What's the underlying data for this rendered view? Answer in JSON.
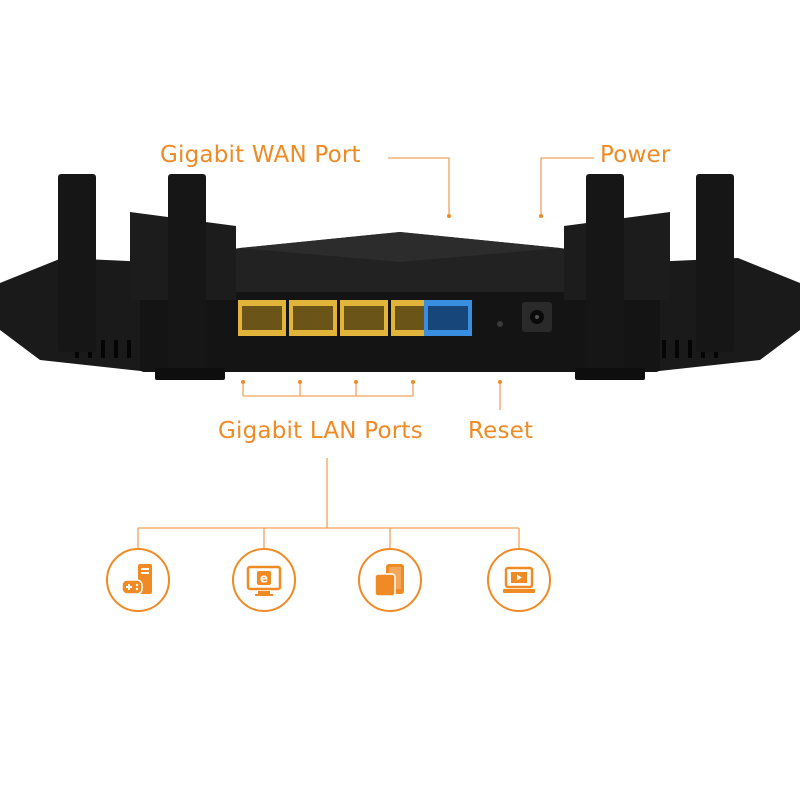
{
  "labels": {
    "wan": "Gigabit  WAN Port",
    "power": "Power",
    "lan": "Gigabit LAN Ports",
    "reset": "Reset"
  },
  "device_icons": [
    {
      "name": "gaming-pc-icon"
    },
    {
      "name": "internet-monitor-icon"
    },
    {
      "name": "tablet-phone-icon"
    },
    {
      "name": "laptop-play-icon"
    }
  ],
  "colors": {
    "accent": "#f08a24",
    "router": "#141414",
    "lan_port": "#e2b53a",
    "wan_port": "#3a8ee0"
  }
}
